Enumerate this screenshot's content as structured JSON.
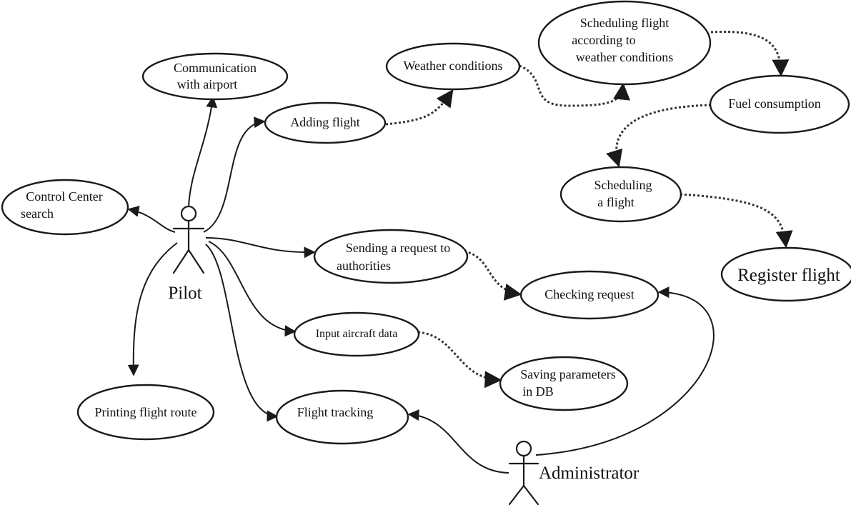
{
  "actors": {
    "pilot": {
      "label": "Pilot"
    },
    "administrator": {
      "label": "Administrator"
    }
  },
  "use_cases": {
    "communication": {
      "lines": [
        "Communication",
        "with airport"
      ]
    },
    "control_center": {
      "lines": [
        "Control Center",
        "search"
      ]
    },
    "printing_route": {
      "lines": [
        "Printing flight route"
      ]
    },
    "adding_flight": {
      "lines": [
        "Adding flight"
      ]
    },
    "weather": {
      "lines": [
        "Weather conditions"
      ]
    },
    "scheduling_weather": {
      "lines": [
        "Scheduling flight",
        "according to",
        "weather conditions"
      ]
    },
    "fuel": {
      "lines": [
        "Fuel consumption"
      ]
    },
    "scheduling": {
      "lines": [
        "Scheduling",
        "a flight"
      ]
    },
    "register": {
      "lines": [
        "Register flight"
      ]
    },
    "sending_request": {
      "lines": [
        "Sending a request to",
        "authorities"
      ]
    },
    "checking_request": {
      "lines": [
        "Checking request"
      ]
    },
    "input_aircraft": {
      "lines": [
        "Input aircraft data"
      ]
    },
    "saving_params": {
      "lines": [
        "Saving parameters",
        "in DB"
      ]
    },
    "flight_tracking": {
      "lines": [
        "Flight tracking"
      ]
    }
  },
  "colors": {
    "stroke": "#1a1a1a",
    "background": "#ffffff",
    "text": "#111111"
  }
}
